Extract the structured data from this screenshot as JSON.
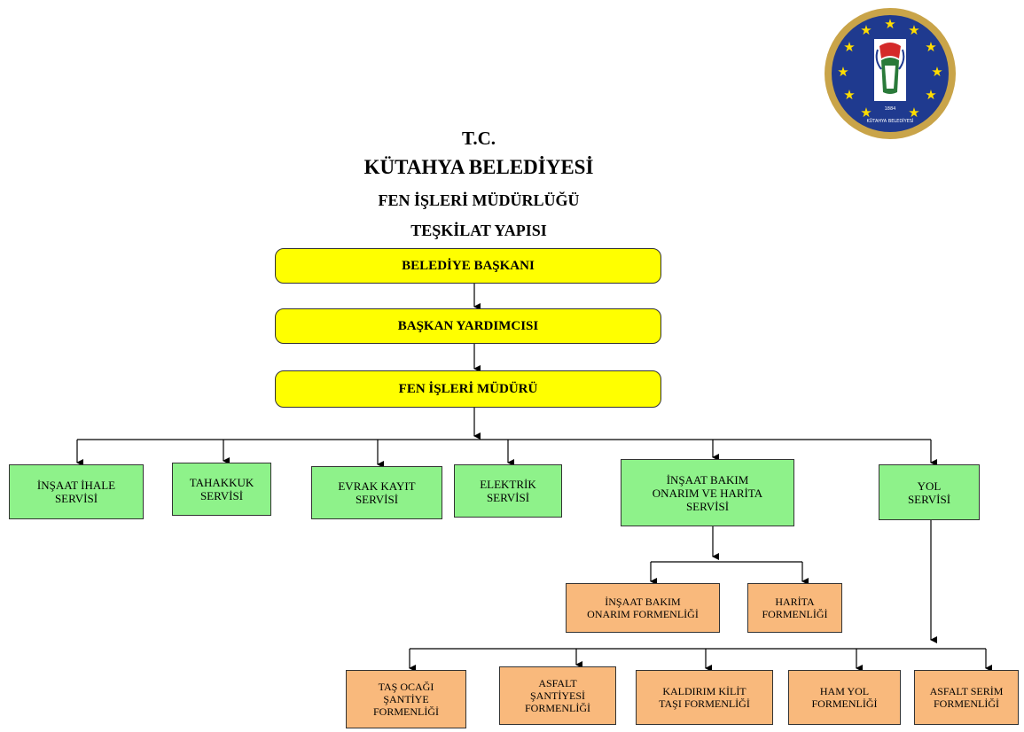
{
  "header": {
    "line1": "T.C.",
    "line2": "KÜTAHYA BELEDİYESİ",
    "line3": "FEN İŞLERİ MÜDÜRLÜĞÜ",
    "line4": "TEŞKİLAT YAPISI"
  },
  "logo": {
    "text_year": "1884",
    "text_name": "KÜTAHYA BELEDİYESİ",
    "colors": {
      "outer": "#c9a449",
      "inner": "#1f3a8f",
      "stars": "#ffdd00"
    }
  },
  "chain": [
    "BELEDİYE BAŞKANI",
    "BAŞKAN YARDIMCISI",
    "FEN İŞLERİ MÜDÜRÜ"
  ],
  "services": [
    "İNŞAAT İHALE\nSERVİSİ",
    "TAHAKKUK\nSERVİSİ",
    "EVRAK KAYIT\nSERVİSİ",
    "ELEKTRİK\nSERVİSİ",
    "İNŞAAT BAKIM\nONARIM VE HARİTA\nSERVİSİ",
    "YOL\nSERVİSİ"
  ],
  "bakim_units": [
    "İNŞAAT BAKIM\nONARIM FORMENLİĞİ",
    "HARİTA\nFORMENLİĞİ"
  ],
  "yol_units": [
    "TAŞ OCAĞI\nŞANTİYE\nFORMENLİĞİ",
    "ASFALT\nŞANTİYESİ\nFORMENLİĞİ",
    "KALDIRIM KİLİT\nTAŞI FORMENLİĞİ",
    "HAM YOL\nFORMENLİĞİ",
    "ASFALT SERİM\nFORMENLİĞİ"
  ],
  "colors": {
    "chain_fill": "#ffff00",
    "service_fill": "#8ef28a",
    "unit_fill": "#f9b97c"
  }
}
